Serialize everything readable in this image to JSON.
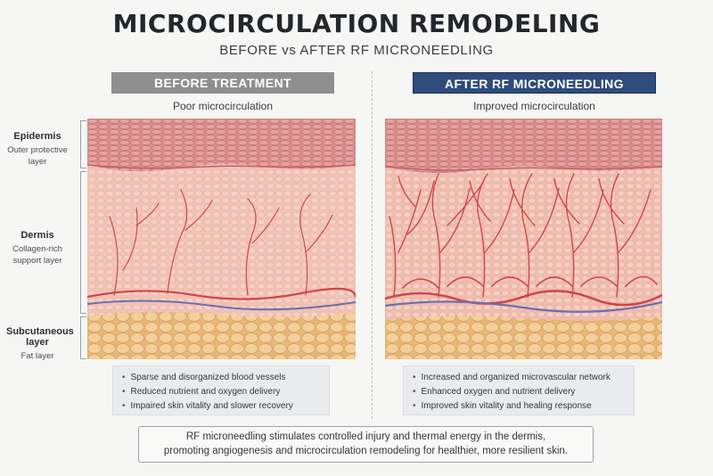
{
  "title": "MICROCIRCULATION REMODELING",
  "subtitle": "BEFORE vs AFTER RF MICRONEEDLING",
  "before": {
    "header": "BEFORE TREATMENT",
    "caption": "Poor microcirculation",
    "bullets": [
      "Sparse and disorganized blood vessels",
      "Reduced nutrient and oxygen delivery",
      "Impaired skin vitality and slower recovery"
    ]
  },
  "after": {
    "header": "AFTER RF MICRONEEDLING",
    "caption": "Improved microcirculation",
    "bullets": [
      "Increased and organized microvascular network",
      "Enhanced oxygen and nutrient delivery",
      "Improved skin vitality and healing response"
    ]
  },
  "layers": [
    {
      "name": "Epidermis",
      "desc_lines": [
        "Outer protective",
        "layer"
      ]
    },
    {
      "name": "Dermis",
      "desc_lines": [
        "Collagen-rich",
        "support layer"
      ]
    },
    {
      "name": "Subcutaneous layer",
      "desc_lines": [
        "Fat layer"
      ]
    }
  ],
  "footer": {
    "line1": "RF microneedling stimulates controlled injury and thermal energy in the dermis,",
    "line2": "promoting angiogenesis and microcirculation remodeling for healthier, more resilient skin."
  },
  "colors": {
    "before_header": "#8f8f90",
    "after_header": "#2d4b7c",
    "epidermis": "#d98c8c",
    "dermis": "#f2c4b7",
    "fat": "#efc98d",
    "vessel_red": "#d1474a",
    "vessel_blue": "#6c6fb0"
  }
}
